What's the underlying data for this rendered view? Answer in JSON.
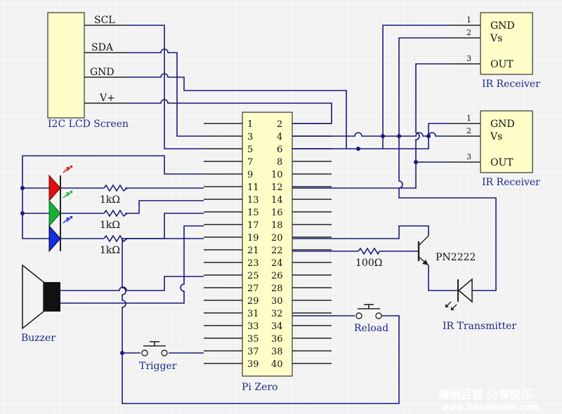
{
  "lcd": {
    "name": "I2C LCD Screen",
    "pins": [
      "SCL",
      "SDA",
      "GND",
      "V+"
    ]
  },
  "ir_receiver_1": {
    "name": "IR Receiver",
    "pins": [
      "GND",
      "Vs",
      "OUT"
    ],
    "pin_numbers": [
      "1",
      "2",
      "3"
    ]
  },
  "ir_receiver_2": {
    "name": "IR Receiver",
    "pins": [
      "GND",
      "Vs",
      "OUT"
    ],
    "pin_numbers": [
      "1",
      "2",
      "3"
    ]
  },
  "pi": {
    "name": "Pi Zero",
    "left_pins": [
      "1",
      "3",
      "5",
      "7",
      "9",
      "11",
      "13",
      "15",
      "17",
      "19",
      "21",
      "23",
      "25",
      "27",
      "29",
      "31",
      "33",
      "35",
      "37",
      "39"
    ],
    "right_pins": [
      "2",
      "4",
      "6",
      "8",
      "10",
      "12",
      "14",
      "16",
      "18",
      "20",
      "22",
      "24",
      "26",
      "28",
      "30",
      "32",
      "34",
      "36",
      "38",
      "40"
    ]
  },
  "resistors": {
    "r1": "1kΩ",
    "r2": "1kΩ",
    "r3": "1kΩ",
    "r4": "100Ω"
  },
  "transistor": {
    "name": "PN2222"
  },
  "ir_transmitter": {
    "name": "IR Transmitter"
  },
  "buzzer": {
    "name": "Buzzer"
  },
  "buttons": {
    "trigger": "Trigger",
    "reload": "Reload"
  },
  "watermark": {
    "cn": "海纳百客 分享快乐",
    "url": "www.hanabaike.com"
  },
  "colors": {
    "led_red": "#e01010",
    "led_green": "#18b030",
    "led_blue": "#1530e0",
    "box_fill": "#fffdc8",
    "wire": "#1a1a7a"
  }
}
